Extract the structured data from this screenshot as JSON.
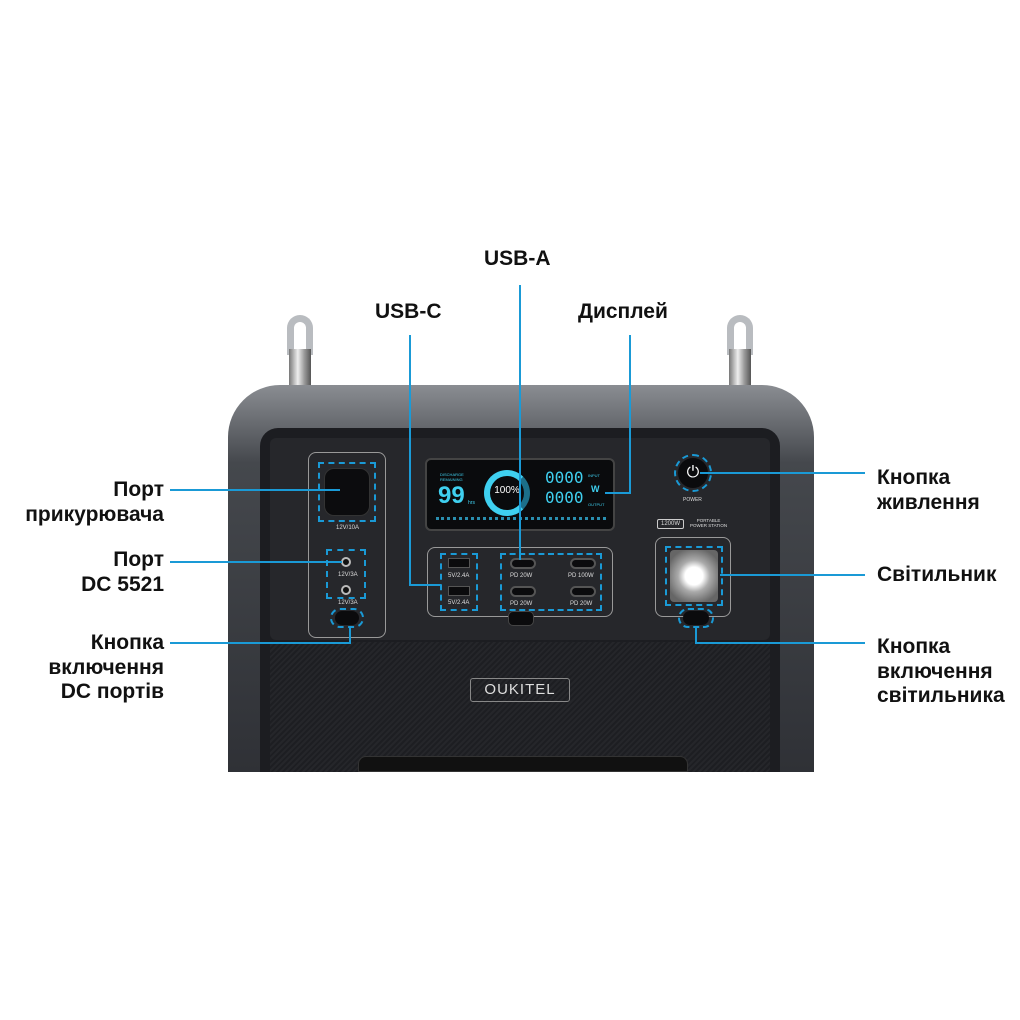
{
  "callouts": {
    "usb_a": "USB-A",
    "usb_c": "USB-C",
    "display": "Дисплей",
    "car_port": [
      "Порт",
      "прикурювача"
    ],
    "dc_port": [
      "Порт",
      "DC 5521"
    ],
    "dc_button": [
      "Кнопка",
      "включення",
      "DC портів"
    ],
    "power_button": [
      "Кнопка",
      "живлення"
    ],
    "lamp": "Світильник",
    "lamp_button": [
      "Кнопка",
      "включення",
      "світильника"
    ]
  },
  "device": {
    "brand": "OUKITEL",
    "car_port_rating": "12V/10A",
    "dc_rating_1": "12V/3A",
    "dc_rating_2": "12V/3A",
    "usb_a": [
      "5V/2.4A",
      "5V/2.4A"
    ],
    "usb_c": [
      "PD 20W",
      "PD 100W",
      "PD 20W",
      "PD 20W"
    ],
    "power_label": "POWER",
    "wattage_badge": "1200W",
    "product_type": [
      "PORTABLE",
      "POWER STATION"
    ],
    "display": {
      "remaining_label": [
        "DISCHARGE",
        "REMAINING"
      ],
      "remaining": "99",
      "remaining_unit": "hrs",
      "percent": "100%",
      "input_value": "0000",
      "input_label": "INPUT",
      "output_value": "0000",
      "output_label": "OUTPUT",
      "unit": "W"
    }
  },
  "colors": {
    "accent": "#1a9ad6",
    "display_cyan": "#3fd0f0"
  }
}
